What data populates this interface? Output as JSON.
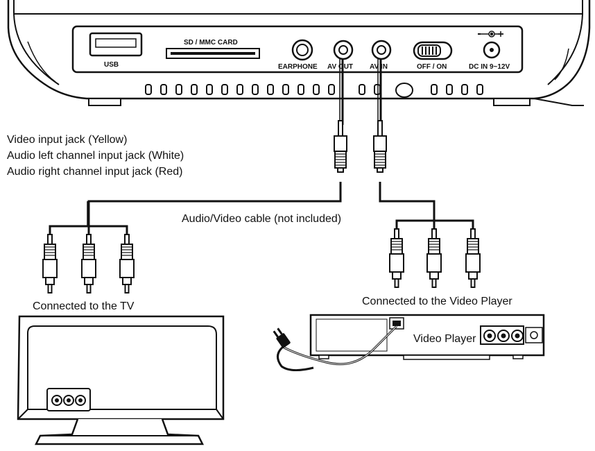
{
  "device_ports": {
    "usb": "USB",
    "card": "SD / MMC  CARD",
    "earphone": "EARPHONE",
    "av_out": "AV OUT",
    "av_in": "AV IN",
    "power_switch": "OFF / ON",
    "dc_in": "DC IN 9~12V"
  },
  "jack_notes": [
    "Video input jack (Yellow)",
    "Audio left channel input jack (White)",
    "Audio right channel input jack (Red)"
  ],
  "cable_label": "Audio/Video cable (not included)",
  "tv_label": "Connected to the TV",
  "player_connection_label": "Connected to the Video Player",
  "player_name": "Video Player"
}
